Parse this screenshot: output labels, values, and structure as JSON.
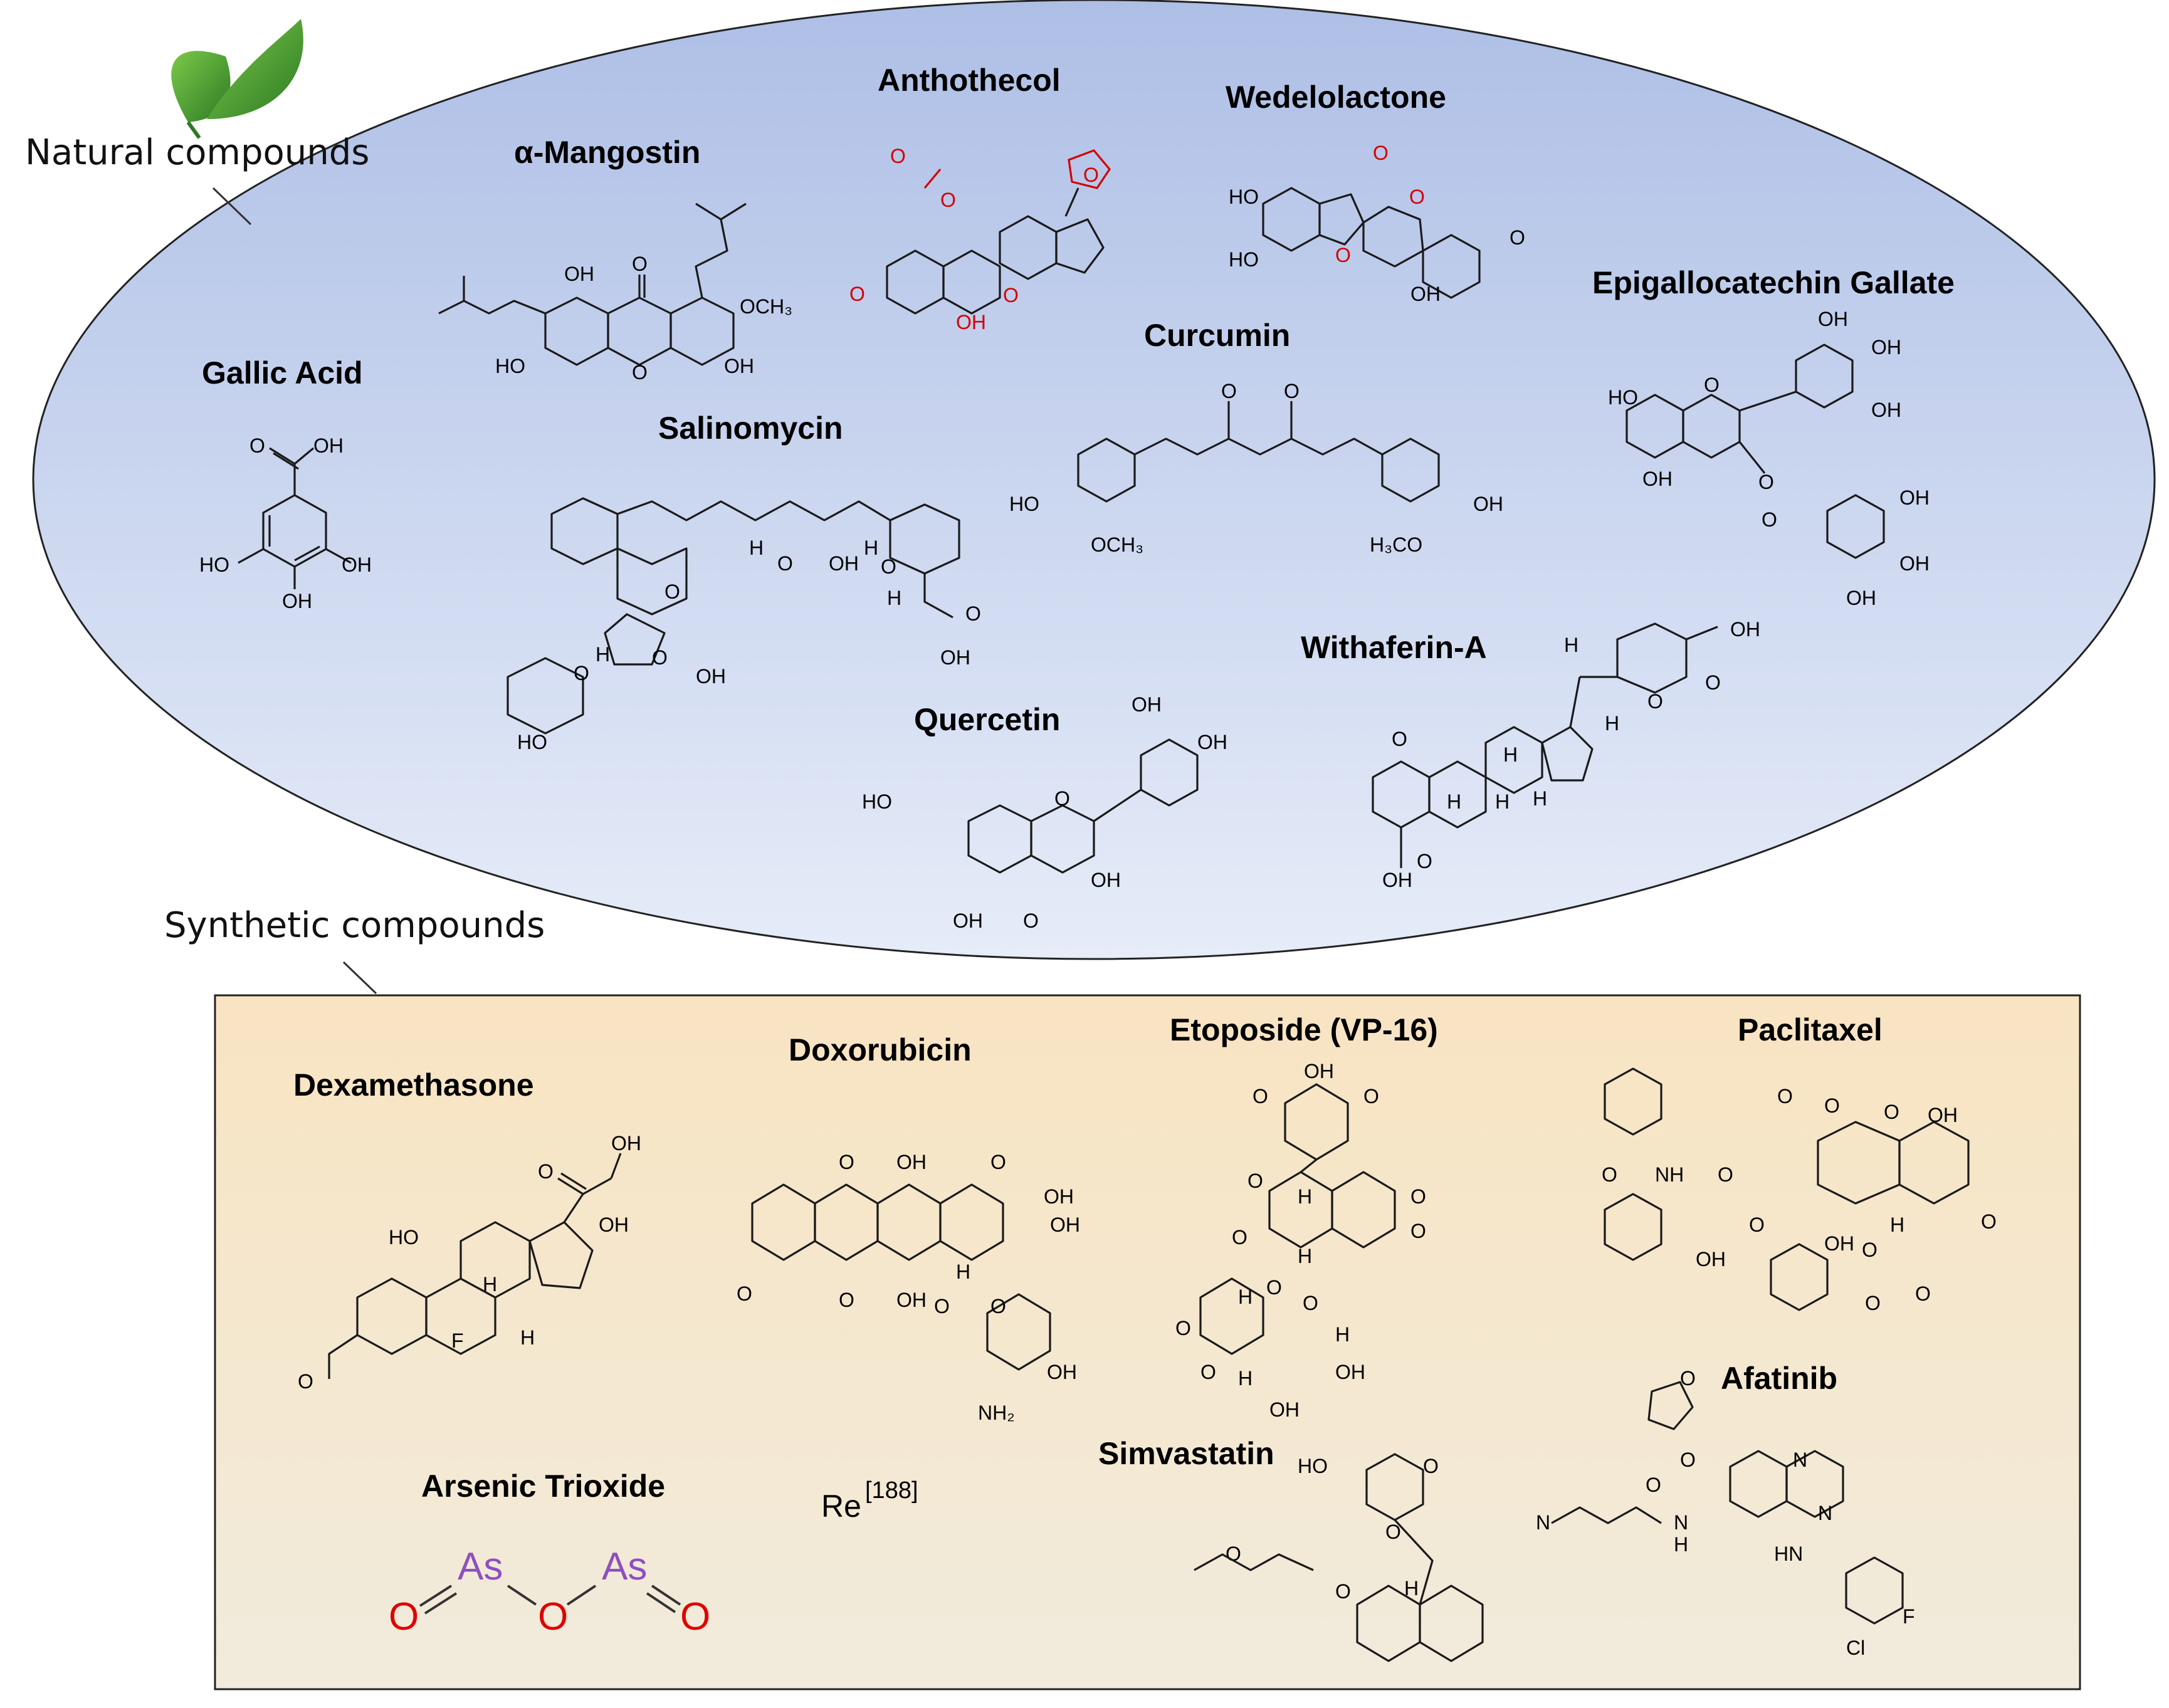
{
  "groups": {
    "natural": "Natural compounds",
    "synthetic": "Synthetic compounds"
  },
  "natural_compounds": [
    {
      "name": "Anthothecol"
    },
    {
      "name": "Wedelolactone"
    },
    {
      "name": "α-Mangostin"
    },
    {
      "name": "Epigallocatechin Gallate"
    },
    {
      "name": "Gallic Acid"
    },
    {
      "name": "Curcumin"
    },
    {
      "name": "Salinomycin"
    },
    {
      "name": "Withaferin-A"
    },
    {
      "name": "Quercetin"
    }
  ],
  "synthetic_compounds": [
    {
      "name": "Dexamethasone"
    },
    {
      "name": "Doxorubicin"
    },
    {
      "name": "Etoposide (VP-16)"
    },
    {
      "name": "Paclitaxel"
    },
    {
      "name": "Afatinib"
    },
    {
      "name": "Simvastatin"
    },
    {
      "name": "Arsenic Trioxide"
    }
  ],
  "rhenium": {
    "symbol": "Re",
    "isotope": "[188]"
  },
  "arsenic_trioxide_atoms": {
    "as": "As",
    "o": "O"
  },
  "atoms": {
    "oh": "OH",
    "ho": "HO",
    "o": "O",
    "h": "H",
    "f": "F",
    "n": "N",
    "nh": "NH",
    "hn": "HN",
    "cl": "Cl",
    "och3": "OCH₃",
    "h3co": "H₃CO",
    "nh2": "NH₂",
    "h_sub": "H",
    "oh_r": "OH",
    "o_r": "O"
  },
  "colors": {
    "ellipse_top": "#aebfe6",
    "ellipse_bottom": "#e6ecf8",
    "box_top": "#f8e4c2",
    "box_bottom": "#f1ebdc",
    "leaf": "#3b8f2e",
    "heteroatom": "#d40000",
    "arsenic": "#8e4fc0"
  },
  "icons": [
    "leaf-icon"
  ]
}
